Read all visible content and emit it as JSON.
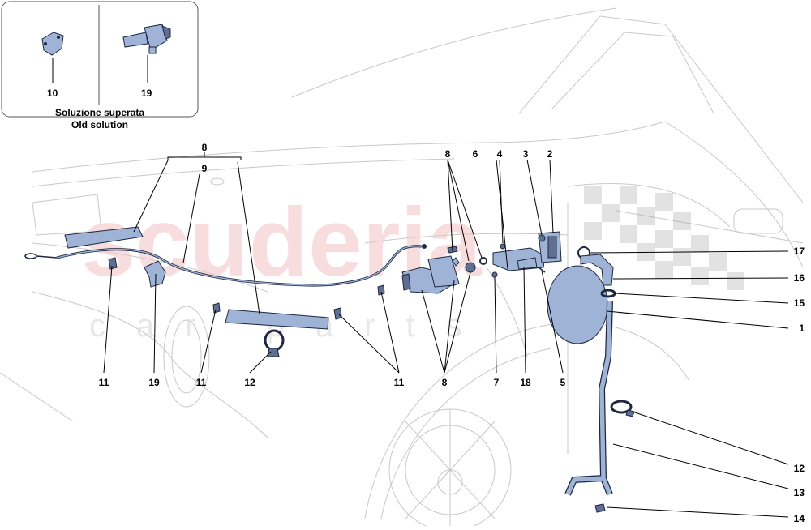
{
  "inset": {
    "caption_it": "Soluzione superata",
    "caption_en": "Old solution"
  },
  "callouts": {
    "c10": "10",
    "c19_inset": "19",
    "c8_top": "8",
    "c9": "9",
    "c8_group": "8",
    "c6": "6",
    "c4": "4",
    "c3": "3",
    "c2": "2",
    "c17": "17",
    "c16": "16",
    "c15": "15",
    "c1": "1",
    "c11_a": "11",
    "c19": "19",
    "c11_b": "11",
    "c12": "12",
    "c11_c": "11",
    "c8_bottom": "8",
    "c7": "7",
    "c18": "18",
    "c5": "5",
    "c12_right": "12",
    "c13": "13",
    "c14": "14"
  },
  "watermark": {
    "brand": "scuderia",
    "sub": "car parts"
  },
  "colors": {
    "part_fill": "#9fb3d6",
    "part_stroke": "#1d2740",
    "watermark_red": "#f3c2c6"
  }
}
